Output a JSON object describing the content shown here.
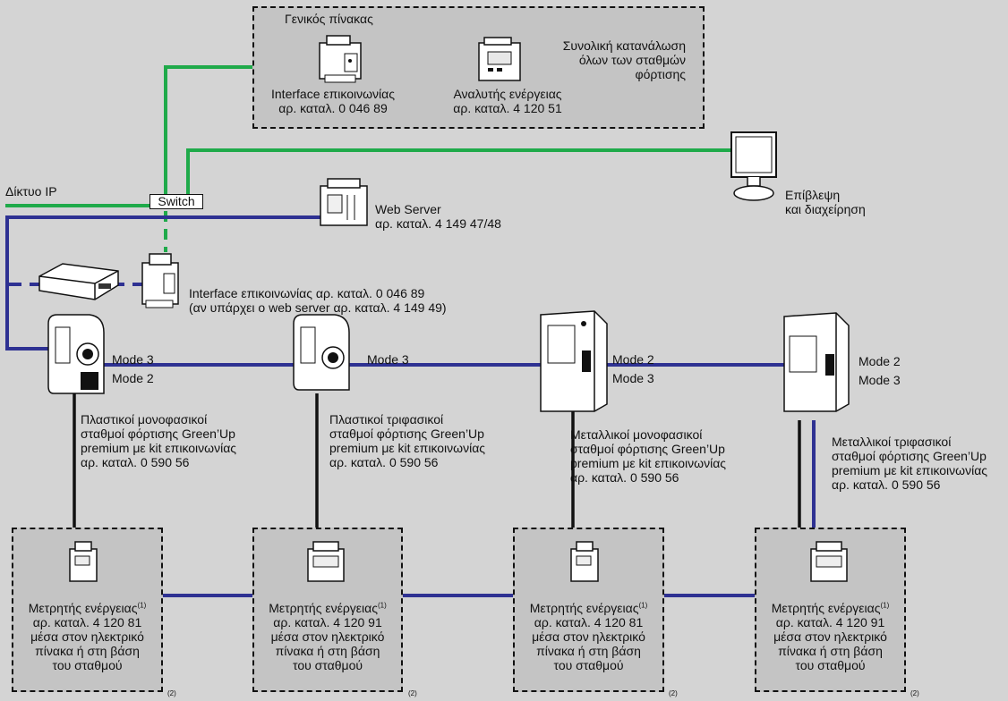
{
  "panel": {
    "title": "Γενικός πίνακας",
    "interface_label": "Interface επικοινωνίας\nαρ. καταλ. 0 046 89",
    "analyzer_label": "Αναλυτής ενέργειας\nαρ. καταλ. 4 120 51",
    "consumption_label": "Συνολική κατανάλωση\nόλων των σταθμών\nφόρτισης"
  },
  "network": {
    "ip_label": "Δίκτυο IP",
    "switch_label": "Switch",
    "supervision_label": "Επίβλεψη\nκαι διαχείρηση",
    "webserver_label": "Web Server\nαρ. καταλ. 4 149 47/48",
    "interface2_label": "Interface επικοινωνίας αρ. καταλ. 0 046 89\n(αν υπάρχει ο web server αρ. καταλ. 4 149 49)"
  },
  "stations": [
    {
      "mode_a": "Mode 3",
      "mode_b": "Mode 2",
      "label": "Πλαστικοί μονοφασικοί\nσταθμοί φόρτισης Green’Up\npremium με kit επικοινωνίας\nαρ. καταλ. 0 590 56"
    },
    {
      "mode_a": "Mode 3",
      "label": "Πλαστικοί τριφασικοί\nσταθμοί φόρτισης Green’Up\npremium με kit επικοινωνίας\nαρ. καταλ. 0 590 56"
    },
    {
      "mode_a": "Mode 2",
      "mode_b": "Mode 3",
      "label": "Μεταλλικοί μονοφασικοί\nσταθμοί φόρτισης Green’Up\npremium με kit επικοινωνίας\nαρ. καταλ. 0 590 56"
    },
    {
      "mode_a": "Mode 2",
      "mode_b": "Mode 3",
      "label": "Μεταλλικοί τριφασικοί\nσταθμοί φόρτισης Green’Up\npremium με kit επικοινωνίας\nαρ. καταλ. 0 590 56"
    }
  ],
  "meters": [
    {
      "title": "Μετρητής ενέργειας",
      "sup": "(1)",
      "body": "αρ. καταλ. 4 120 81\nμέσα στον ηλεκτρικό\nπίνακα ή στη βάση\nτου σταθμού",
      "note": "(2)"
    },
    {
      "title": "Μετρητής ενέργειας",
      "sup": "(1)",
      "body": "αρ. καταλ. 4 120 91\nμέσα στον ηλεκτρικό\nπίνακα ή στη βάση\nτου σταθμού",
      "note": "(2)"
    },
    {
      "title": "Μετρητής ενέργειας",
      "sup": "(1)",
      "body": "αρ. καταλ. 4 120 81\nμέσα στον ηλεκτρικό\nπίνακα ή στη βάση\nτου σταθμού",
      "note": "(2)"
    },
    {
      "title": "Μετρητής ενέργειας",
      "sup": "(1)",
      "body": "αρ. καταλ. 4 120 91\nμέσα στον ηλεκτρικό\nπίνακα ή στη βάση\nτου σταθμού",
      "note": "(2)"
    }
  ],
  "colors": {
    "ip_line": "#1faa4a",
    "bus_line": "#2e3192",
    "power_line": "#111111",
    "box_fill": "#c4c4c4",
    "background": "#d4d4d4"
  }
}
